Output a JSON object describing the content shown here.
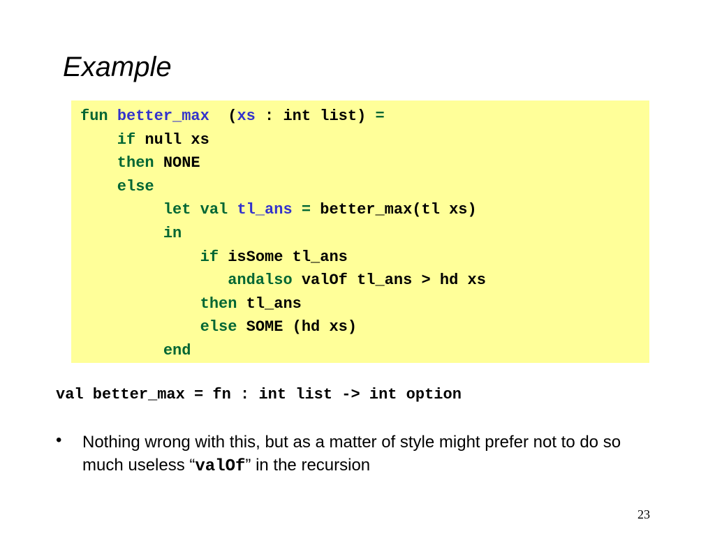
{
  "slide": {
    "title": "Example",
    "code_lines": [
      [
        {
          "t": "fun ",
          "c": "kw"
        },
        {
          "t": "better_max",
          "c": "id"
        },
        {
          "t": "  (",
          "c": "tx"
        },
        {
          "t": "xs",
          "c": "id"
        },
        {
          "t": " : ",
          "c": "tx"
        },
        {
          "t": "int list)",
          "c": "tx"
        },
        {
          "t": " =",
          "c": "kw"
        }
      ],
      [
        {
          "t": "    if ",
          "c": "kw"
        },
        {
          "t": "null xs",
          "c": "tx"
        }
      ],
      [
        {
          "t": "    then ",
          "c": "kw"
        },
        {
          "t": "NONE",
          "c": "tx"
        }
      ],
      [
        {
          "t": "    else",
          "c": "kw"
        }
      ],
      [
        {
          "t": "         let val ",
          "c": "kw"
        },
        {
          "t": "tl_ans",
          "c": "id"
        },
        {
          "t": " = ",
          "c": "kw"
        },
        {
          "t": "better_max(tl xs)",
          "c": "tx"
        }
      ],
      [
        {
          "t": "         in",
          "c": "kw"
        }
      ],
      [
        {
          "t": "             if ",
          "c": "kw"
        },
        {
          "t": "isSome tl_ans",
          "c": "tx"
        }
      ],
      [
        {
          "t": "                andalso ",
          "c": "kw"
        },
        {
          "t": "valOf tl_ans > hd xs",
          "c": "tx"
        }
      ],
      [
        {
          "t": "             then ",
          "c": "kw"
        },
        {
          "t": "tl_ans",
          "c": "tx"
        }
      ],
      [
        {
          "t": "             else ",
          "c": "kw"
        },
        {
          "t": "SOME (hd xs)",
          "c": "tx"
        }
      ],
      [
        {
          "t": "         end",
          "c": "kw"
        }
      ]
    ],
    "signature": "val better_max = fn : int list -> int option",
    "bullet": {
      "marker": "•",
      "text_before": "Nothing wrong with this, but as a matter of style might prefer not to do so much useless “",
      "code": "valOf",
      "text_after": "” in the recursion"
    },
    "page_number": "23"
  },
  "colors": {
    "code_background": "#ffff99",
    "keyword": "#006633",
    "identifier": "#3333cc",
    "text": "#000000"
  }
}
